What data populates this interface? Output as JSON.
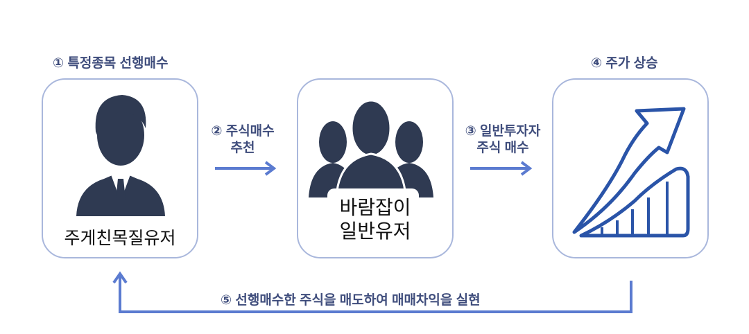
{
  "steps": {
    "s1": "① 특정종목 선행매수",
    "s2_line1": "② 주식매수",
    "s2_line2": "추천",
    "s3_line1": "③ 일반투자자",
    "s3_line2": "주식 매수",
    "s4": "④ 주가 상승",
    "s5": "⑤ 선행매수한 주식을 매도하여 매매차익을 실현"
  },
  "nodes": {
    "insider": "주게친목질유저",
    "followers_line1": "바람잡이",
    "followers_line2": "일반유저"
  },
  "colors": {
    "arrow": "#5b7bd0",
    "icon": "#2f3a52",
    "chart": "#2a54a8",
    "border": "#a9b7dc",
    "step_text": "#3f4d7c"
  }
}
